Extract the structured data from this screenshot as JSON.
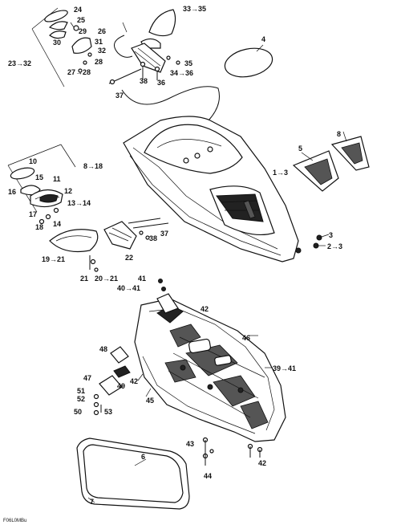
{
  "diagram": {
    "code": "F06L0MBu",
    "labels": [
      {
        "id": "l24",
        "text": "24"
      },
      {
        "id": "l25",
        "text": "25"
      },
      {
        "id": "l29",
        "text": "29"
      },
      {
        "id": "l30",
        "text": "30"
      },
      {
        "id": "l31",
        "text": "31"
      },
      {
        "id": "l32",
        "text": "32"
      },
      {
        "id": "l26",
        "text": "26"
      },
      {
        "id": "l2332",
        "text": "23→32"
      },
      {
        "id": "l28",
        "text": "28"
      },
      {
        "id": "l2728",
        "text": "27→28"
      },
      {
        "id": "l3335",
        "text": "33→35"
      },
      {
        "id": "l4",
        "text": "4"
      },
      {
        "id": "l35",
        "text": "35"
      },
      {
        "id": "l3436",
        "text": "34→36"
      },
      {
        "id": "l36",
        "text": "36"
      },
      {
        "id": "l38a",
        "text": "38"
      },
      {
        "id": "l37a",
        "text": "37"
      },
      {
        "id": "l8a",
        "text": "8"
      },
      {
        "id": "l5",
        "text": "5"
      },
      {
        "id": "l13",
        "text": "1→3"
      },
      {
        "id": "l10",
        "text": "10"
      },
      {
        "id": "l15",
        "text": "15"
      },
      {
        "id": "l11",
        "text": "11"
      },
      {
        "id": "l16",
        "text": "16"
      },
      {
        "id": "l12",
        "text": "12"
      },
      {
        "id": "l818",
        "text": "8→18"
      },
      {
        "id": "l1314",
        "text": "13→14"
      },
      {
        "id": "l17",
        "text": "17"
      },
      {
        "id": "l14",
        "text": "14"
      },
      {
        "id": "l18",
        "text": "18"
      },
      {
        "id": "l37b",
        "text": "37"
      },
      {
        "id": "l38b",
        "text": "38"
      },
      {
        "id": "l22",
        "text": "22"
      },
      {
        "id": "l1921",
        "text": "19→21"
      },
      {
        "id": "l3",
        "text": "3"
      },
      {
        "id": "l23",
        "text": "2→3"
      },
      {
        "id": "l21",
        "text": "21"
      },
      {
        "id": "l2021",
        "text": "20→21"
      },
      {
        "id": "l41",
        "text": "41"
      },
      {
        "id": "l4041",
        "text": "40→41"
      },
      {
        "id": "l42a",
        "text": "42"
      },
      {
        "id": "l46",
        "text": "46"
      },
      {
        "id": "l48",
        "text": "48"
      },
      {
        "id": "l49",
        "text": "49"
      },
      {
        "id": "l47",
        "text": "47"
      },
      {
        "id": "l42b",
        "text": "42"
      },
      {
        "id": "l3941",
        "text": "39→41"
      },
      {
        "id": "l45",
        "text": "45"
      },
      {
        "id": "l51",
        "text": "51"
      },
      {
        "id": "l52",
        "text": "52"
      },
      {
        "id": "l50",
        "text": "50"
      },
      {
        "id": "l53",
        "text": "53"
      },
      {
        "id": "l43",
        "text": "43"
      },
      {
        "id": "l44",
        "text": "44"
      },
      {
        "id": "l42c",
        "text": "42"
      },
      {
        "id": "l6",
        "text": "6"
      },
      {
        "id": "l7",
        "text": "7"
      }
    ]
  }
}
